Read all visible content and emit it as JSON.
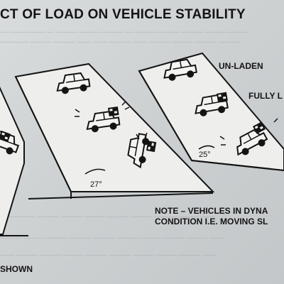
{
  "title": "CT OF LOAD ON VEHICLE STABILITY",
  "labels": {
    "unladen": "UN-LADEN",
    "fully_laden": "FULLY L"
  },
  "angles": {
    "left": "27°",
    "right": "25°"
  },
  "note": {
    "line1": "NOTE – VEHICLES IN DYNA",
    "line2": "CONDITION I.E. MOVING SL"
  },
  "footer_fragment": "SHOWN",
  "colors": {
    "ink": "#141414",
    "paper": "#cfd3d4"
  }
}
